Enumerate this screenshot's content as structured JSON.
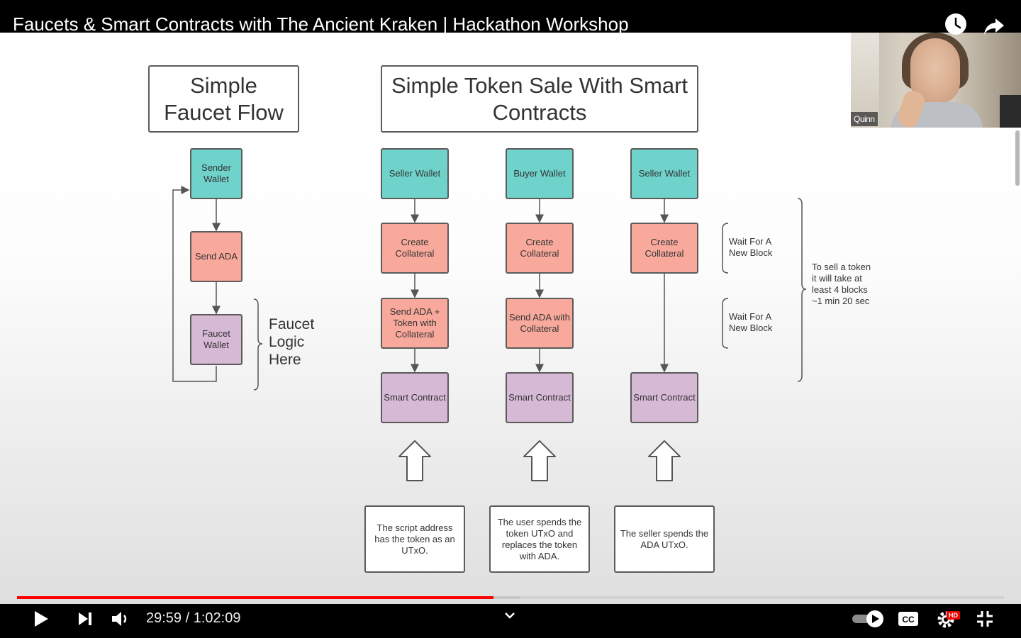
{
  "video": {
    "title": "Faucets & Smart Contracts with The Ancient Kraken | Hackathon Workshop",
    "participant_name": "Quinn"
  },
  "slide": {
    "faucet_title": "Simple Faucet Flow",
    "token_sale_title": "Simple Token Sale With Smart Contracts",
    "faucet_flow": {
      "sender_wallet": "Sender Wallet",
      "send_ada": "Send ADA",
      "faucet_wallet": "Faucet Wallet",
      "faucet_logic_note": "Faucet Logic Here"
    },
    "columns": [
      {
        "wallet": "Seller Wallet",
        "step1": "Create Collateral",
        "step2": "Send ADA + Token with Collateral",
        "contract": "Smart Contract",
        "note": "The script address has the token as an UTxO."
      },
      {
        "wallet": "Buyer Wallet",
        "step1": "Create Collateral",
        "step2": "Send ADA with Collateral",
        "contract": "Smart Contract",
        "note": "The user spends the token UTxO and replaces the token with ADA."
      },
      {
        "wallet": "Seller Wallet",
        "step1": "Create Collateral",
        "contract": "Smart Contract",
        "note": "The seller spends the ADA UTxO."
      }
    ],
    "wait_block_1": "Wait For A New Block",
    "wait_block_2": "Wait For A New Block",
    "summary_note": "To sell a token it will take at least 4 blocks ~1 min 20 sec"
  },
  "player": {
    "current_time": "29:59",
    "separator": " / ",
    "duration": "1:02:09",
    "progress_fraction": 0.483,
    "buffered_fraction": 0.51,
    "quality_badge": "HD",
    "colors": {
      "progress": "#ff0000",
      "teal": "#6fd3cc",
      "salmon": "#f8a99c",
      "purple": "#d6b9d5"
    },
    "icons": [
      "play-icon",
      "next-icon",
      "volume-icon",
      "chevron-down-icon",
      "autoplay-toggle-icon",
      "captions-icon",
      "settings-icon",
      "exit-fullscreen-icon",
      "watch-later-icon",
      "share-icon"
    ]
  }
}
